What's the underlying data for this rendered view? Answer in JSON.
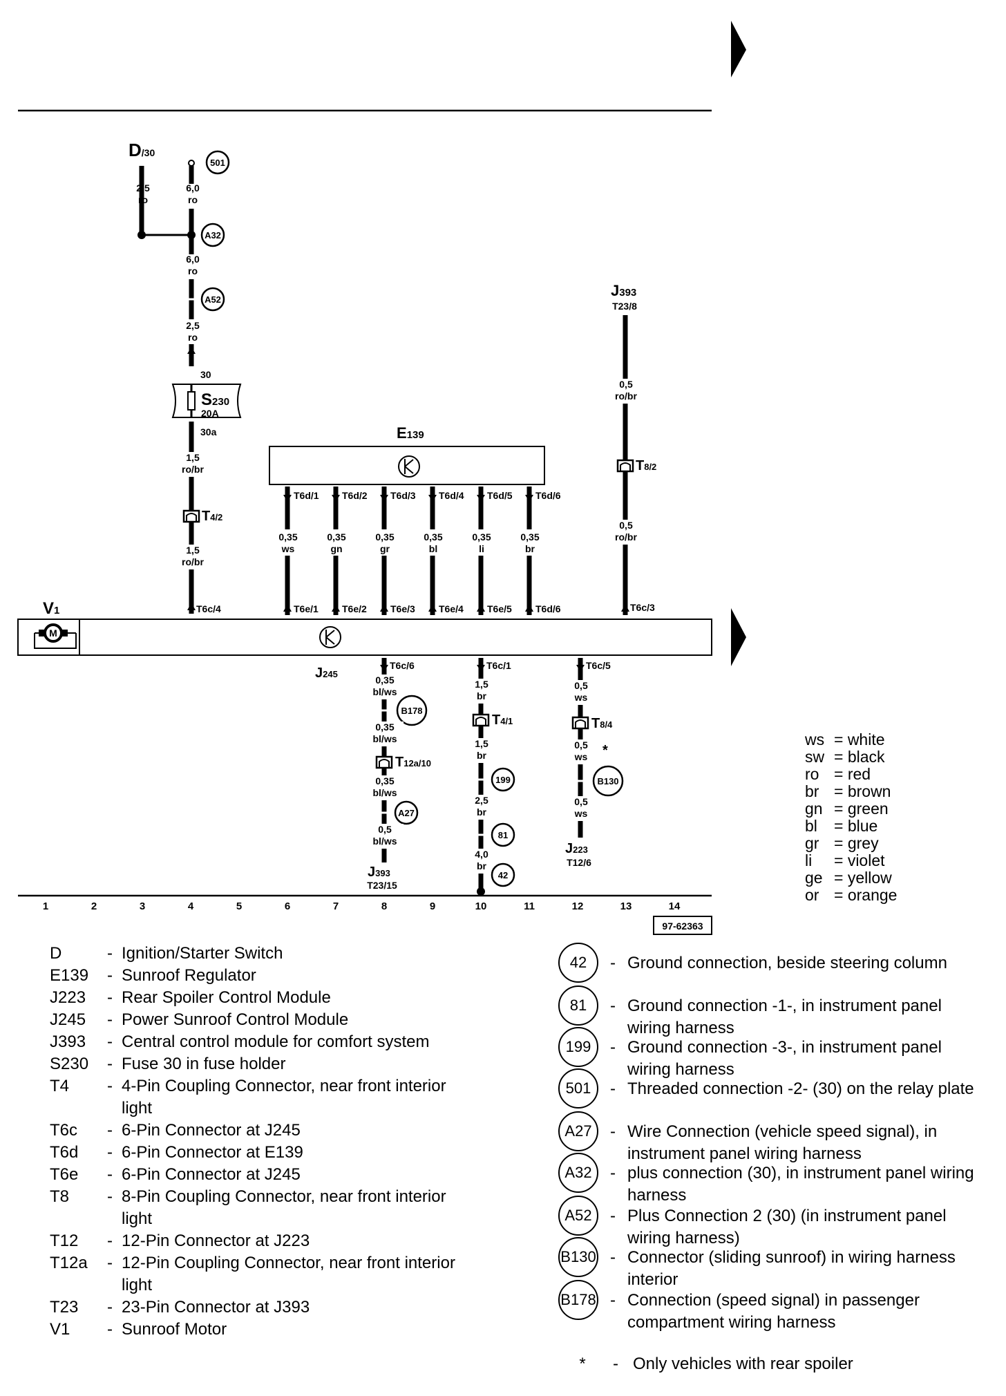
{
  "drawing_number": "97-62363",
  "components": {
    "D": {
      "name": "D",
      "sub": "/30"
    },
    "J393_top": {
      "name": "J",
      "sub": "393",
      "pin": "T23/8"
    },
    "E139": {
      "name": "E",
      "sub": "139"
    },
    "V1": {
      "name": "V",
      "sub": "1"
    },
    "J245": {
      "name": "J",
      "sub": "245"
    },
    "J393_bottom": {
      "name": "J",
      "sub": "393",
      "pin": "T23/15"
    },
    "J223": {
      "name": "J",
      "sub": "223",
      "pin": "T12/6"
    },
    "S230": {
      "name": "S",
      "sub": "230",
      "rating": "20A",
      "pin_in": "30",
      "pin_out": "30a"
    }
  },
  "wire_labels": [
    {
      "id": "w1a",
      "text": "2,5"
    },
    {
      "id": "w1b",
      "text": "ro"
    },
    {
      "id": "w2a",
      "text": "6,0"
    },
    {
      "id": "w2b",
      "text": "ro"
    },
    {
      "id": "w3a",
      "text": "6,0"
    },
    {
      "id": "w3b",
      "text": "ro"
    },
    {
      "id": "w4a",
      "text": "2,5"
    },
    {
      "id": "w4b",
      "text": "ro"
    },
    {
      "id": "w5a",
      "text": "1,5"
    },
    {
      "id": "w5b",
      "text": "ro/br"
    },
    {
      "id": "w6a",
      "text": "1,5"
    },
    {
      "id": "w6b",
      "text": "ro/br"
    },
    {
      "id": "w7a",
      "text": "0,5"
    },
    {
      "id": "w7b",
      "text": "ro/br"
    },
    {
      "id": "w8a",
      "text": "0,5"
    },
    {
      "id": "w8b",
      "text": "ro/br"
    },
    {
      "id": "c1a",
      "text": "0,35"
    },
    {
      "id": "c1b",
      "text": "ws"
    },
    {
      "id": "c2a",
      "text": "0,35"
    },
    {
      "id": "c2b",
      "text": "gn"
    },
    {
      "id": "c3a",
      "text": "0,35"
    },
    {
      "id": "c3b",
      "text": "gr"
    },
    {
      "id": "c4a",
      "text": "0,35"
    },
    {
      "id": "c4b",
      "text": "bl"
    },
    {
      "id": "c5a",
      "text": "0,35"
    },
    {
      "id": "c5b",
      "text": "li"
    },
    {
      "id": "c6a",
      "text": "0,35"
    },
    {
      "id": "c6b",
      "text": "br"
    },
    {
      "id": "b1a",
      "text": "0,35"
    },
    {
      "id": "b1b",
      "text": "bl/ws"
    },
    {
      "id": "b2a",
      "text": "0,35"
    },
    {
      "id": "b2b",
      "text": "bl/ws"
    },
    {
      "id": "b3a",
      "text": "0,35"
    },
    {
      "id": "b3b",
      "text": "bl/ws"
    },
    {
      "id": "b4a",
      "text": "0,5"
    },
    {
      "id": "b4b",
      "text": "bl/ws"
    },
    {
      "id": "d1a",
      "text": "1,5"
    },
    {
      "id": "d1b",
      "text": "br"
    },
    {
      "id": "d2a",
      "text": "1,5"
    },
    {
      "id": "d2b",
      "text": "br"
    },
    {
      "id": "d3a",
      "text": "2,5"
    },
    {
      "id": "d3b",
      "text": "br"
    },
    {
      "id": "d4a",
      "text": "4,0"
    },
    {
      "id": "d4b",
      "text": "br"
    },
    {
      "id": "e1a",
      "text": "0,5"
    },
    {
      "id": "e1b",
      "text": "ws"
    },
    {
      "id": "e2a",
      "text": "0,5"
    },
    {
      "id": "e2b",
      "text": "ws"
    },
    {
      "id": "e3a",
      "text": "0,5"
    },
    {
      "id": "e3b",
      "text": "ws"
    }
  ],
  "pin_labels": [
    "T6d/1",
    "T6d/2",
    "T6d/3",
    "T6d/4",
    "T6d/5",
    "T6d/6",
    "T6c/4",
    "T6e/1",
    "T6e/2",
    "T6e/3",
    "T6e/4",
    "T6e/5",
    "T6d/6",
    "T6c/3",
    "T6c/6",
    "T6c/1",
    "T6c/5"
  ],
  "connectors": [
    {
      "id": "T4",
      "name": "T",
      "sub": "4/2"
    },
    {
      "id": "T8",
      "name": "T",
      "sub": "8/2"
    },
    {
      "id": "T41",
      "name": "T",
      "sub": "4/1"
    },
    {
      "id": "T84",
      "name": "T",
      "sub": "8/4"
    },
    {
      "id": "T12a",
      "name": "T",
      "sub": "12a/10"
    }
  ],
  "circles_diagram": [
    "501",
    "A32",
    "A52",
    "B178",
    "A27",
    "199",
    "81",
    "42",
    "B130"
  ],
  "asterisk": "*",
  "tracks": [
    "1",
    "2",
    "3",
    "4",
    "5",
    "6",
    "7",
    "8",
    "9",
    "10",
    "11",
    "12",
    "13",
    "14"
  ],
  "legend_left": [
    {
      "code": "D",
      "desc": "Ignition/Starter Switch"
    },
    {
      "code": "E139",
      "desc": "Sunroof Regulator"
    },
    {
      "code": "J223",
      "desc": "Rear Spoiler Control Module"
    },
    {
      "code": "J245",
      "desc": "Power Sunroof Control Module"
    },
    {
      "code": "J393",
      "desc": "Central control module for comfort system"
    },
    {
      "code": "S230",
      "desc": "Fuse 30 in fuse holder"
    },
    {
      "code": "T4",
      "desc": "4-Pin Coupling Connector, near front interior light"
    },
    {
      "code": "T6c",
      "desc": "6-Pin Connector at J245"
    },
    {
      "code": "T6d",
      "desc": "6-Pin Connector at E139"
    },
    {
      "code": "T6e",
      "desc": "6-Pin Connector at J245"
    },
    {
      "code": "T8",
      "desc": "8-Pin Coupling Connector, near front interior light"
    },
    {
      "code": "T12",
      "desc": "12-Pin Connector at J223"
    },
    {
      "code": "T12a",
      "desc": "12-Pin Coupling Connector, near front interior light"
    },
    {
      "code": "T23",
      "desc": "23-Pin Connector at J393"
    },
    {
      "code": "V1",
      "desc": "Sunroof Motor"
    }
  ],
  "legend_right": [
    {
      "code": "42",
      "desc": "Ground connection, beside steering column"
    },
    {
      "code": "81",
      "desc": "Ground connection -1-, in instrument panel wiring harness"
    },
    {
      "code": "199",
      "desc": "Ground connection -3-, in instrument panel wiring harness"
    },
    {
      "code": "501",
      "desc": "Threaded connection -2- (30) on the relay plate"
    },
    {
      "code": "A27",
      "desc": "Wire Connection (vehicle speed signal), in instrument panel  wiring harness"
    },
    {
      "code": "A32",
      "desc": "plus connection (30), in instrument panel wiring harness"
    },
    {
      "code": "A52",
      "desc": "Plus Connection 2 (30) (in instrument panel wiring harness)"
    },
    {
      "code": "B130",
      "desc": "Connector (sliding sunroof) in wiring harness interior"
    },
    {
      "code": "B178",
      "desc": "Connection (speed signal) in passenger compartment wiring harness"
    }
  ],
  "footnote": {
    "mark": "*",
    "dash": "-",
    "desc": "Only vehicles with rear spoiler"
  },
  "dash": "-",
  "color_codes": [
    {
      "abbr": "ws",
      "meaning": "= white"
    },
    {
      "abbr": "sw",
      "meaning": "= black"
    },
    {
      "abbr": "ro",
      "meaning": "= red"
    },
    {
      "abbr": "br",
      "meaning": "= brown"
    },
    {
      "abbr": "gn",
      "meaning": "= green"
    },
    {
      "abbr": "bl",
      "meaning": "= blue"
    },
    {
      "abbr": "gr",
      "meaning": "= grey"
    },
    {
      "abbr": "li",
      "meaning": "= violet"
    },
    {
      "abbr": "ge",
      "meaning": "= yellow"
    },
    {
      "abbr": "or",
      "meaning": "= orange"
    }
  ]
}
